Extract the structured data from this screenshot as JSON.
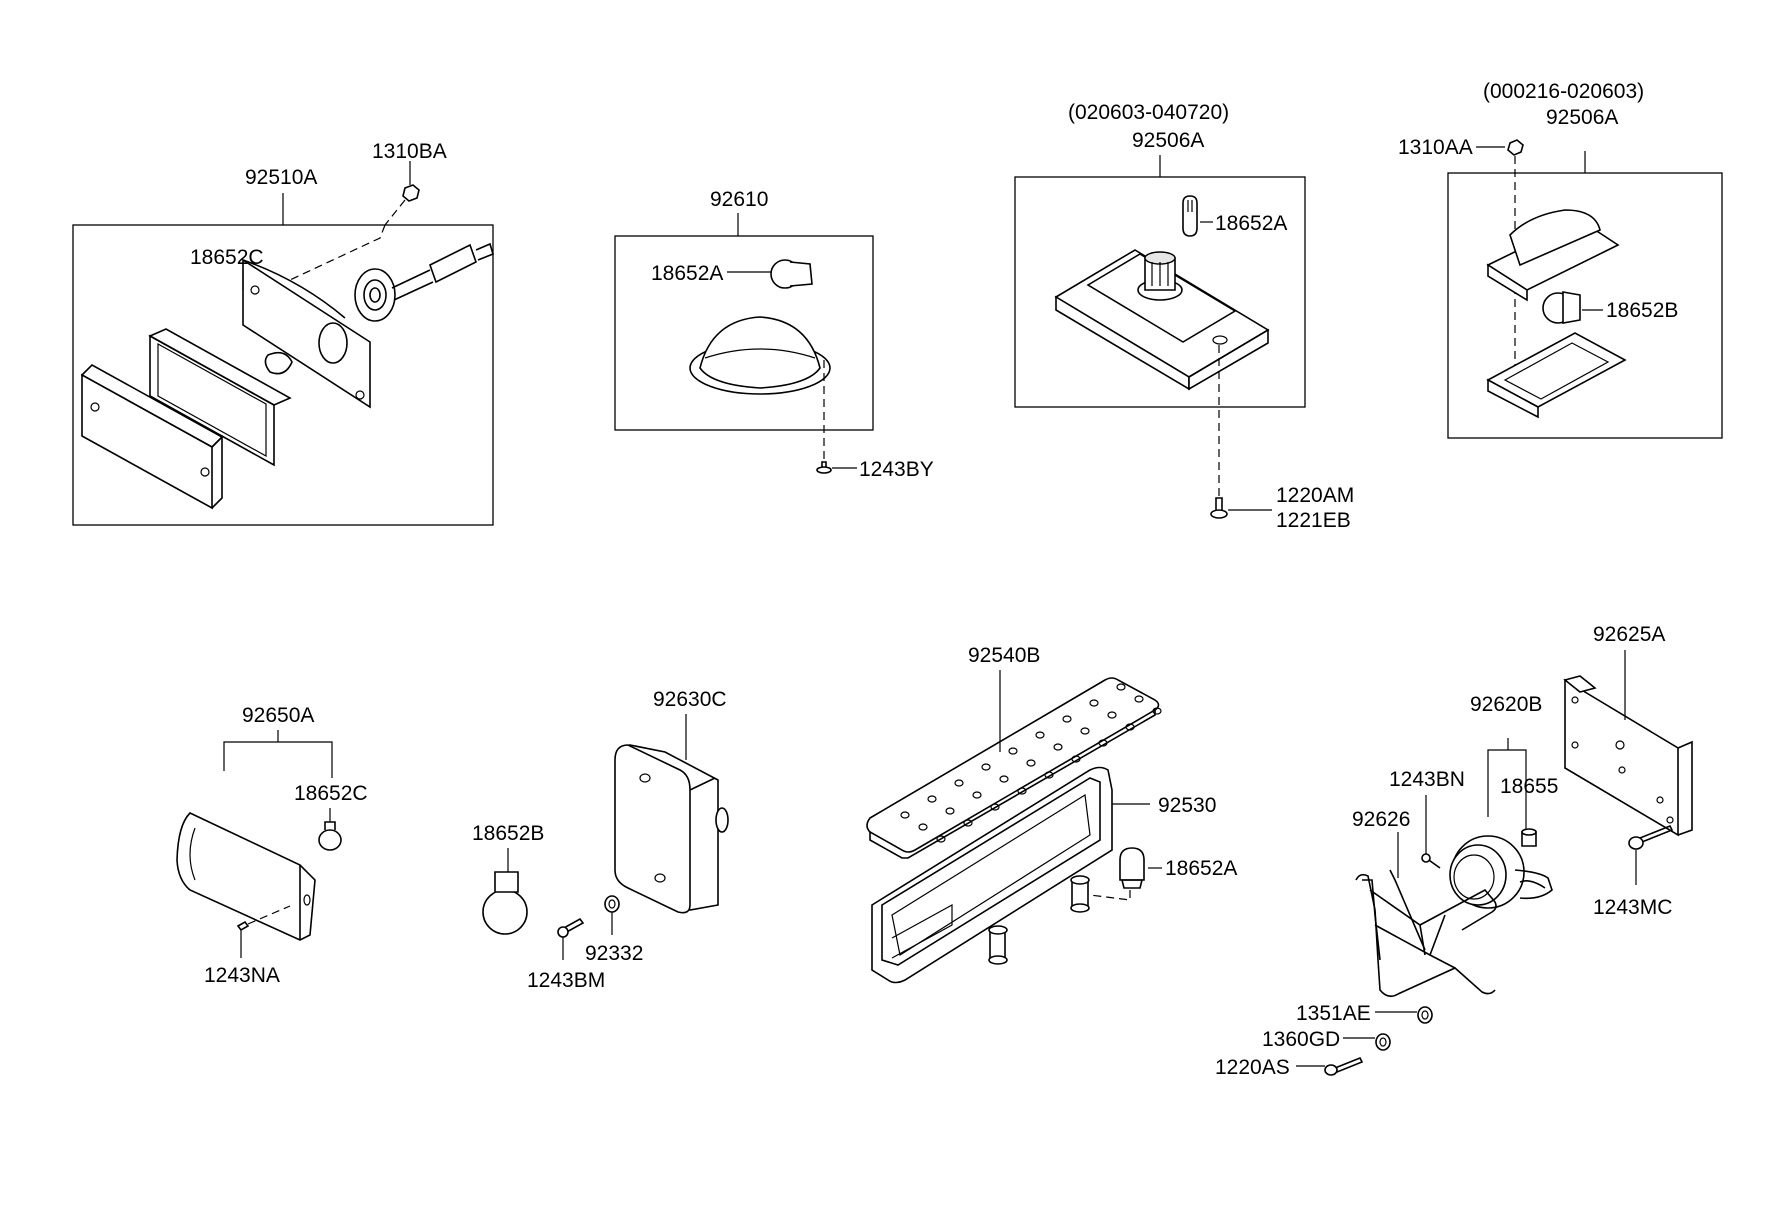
{
  "labels": {
    "p92510A": "92510A",
    "p1310BA": "1310BA",
    "p18652C_top": "18652C",
    "p92610": "92610",
    "p18652A_a": "18652A",
    "p1243BY": "1243BY",
    "range_mid": "(020603-040720)",
    "p92506A_mid": "92506A",
    "p18652A_b": "18652A",
    "p1220AM": "1220AM",
    "p1221EB": "1221EB",
    "range_right": "(000216-020603)",
    "p92506A_right": "92506A",
    "p1310AA": "1310AA",
    "p18652B_top": "18652B",
    "p92650A": "92650A",
    "p18652C_bot": "18652C",
    "p1243NA": "1243NA",
    "p92630C": "92630C",
    "p18652B_bot": "18652B",
    "p1243BM": "1243BM",
    "p92332": "92332",
    "p92540B": "92540B",
    "p92530": "92530",
    "p18652A_c": "18652A",
    "p92625A": "92625A",
    "p92620B": "92620B",
    "p1243BN": "1243BN",
    "p18655": "18655",
    "p92626": "92626",
    "p1243MC": "1243MC",
    "p1351AE": "1351AE",
    "p1360GD": "1360GD",
    "p1220AS": "1220AS"
  }
}
